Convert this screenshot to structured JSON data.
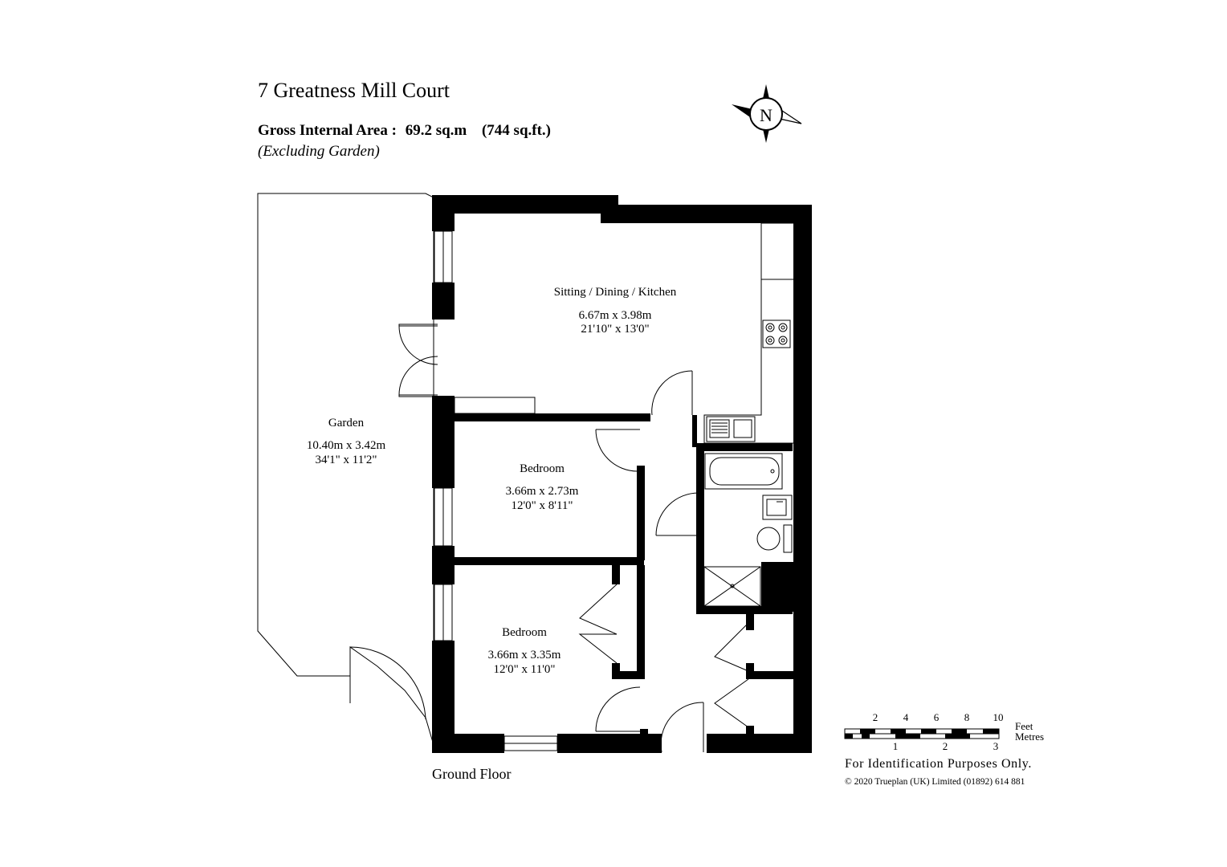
{
  "header": {
    "title": "7 Greatness Mill Court",
    "gia_label": "Gross Internal Area  :",
    "gia_sqm": "69.2 sq.m",
    "gia_sqft": "(744 sq.ft.)",
    "excluding": "(Excluding Garden)"
  },
  "compass": {
    "letter": "N"
  },
  "rooms": {
    "sitting": {
      "name": "Sitting / Dining / Kitchen",
      "metric": "6.67m  x  3.98m",
      "imperial": "21'10\"  x  13'0\""
    },
    "garden": {
      "name": "Garden",
      "metric": "10.40m  x  3.42m",
      "imperial": "34'1\"  x  11'2\""
    },
    "bedroom1": {
      "name": "Bedroom",
      "metric": "3.66m  x  2.73m",
      "imperial": "12'0\"  x  8'11\""
    },
    "bedroom2": {
      "name": "Bedroom",
      "metric": "3.66m  x  3.35m",
      "imperial": "12'0\"  x  11'0\""
    }
  },
  "floor_label": "Ground Floor",
  "scale": {
    "feet_ticks": [
      "2",
      "4",
      "6",
      "8",
      "10"
    ],
    "feet_label": "Feet",
    "metres_ticks": [
      "1",
      "2",
      "3"
    ],
    "metres_label": "Metres"
  },
  "footer": {
    "identification": "For Identification Purposes Only.",
    "copyright": "© 2020 Trueplan (UK) Limited  (01892) 614 881"
  }
}
